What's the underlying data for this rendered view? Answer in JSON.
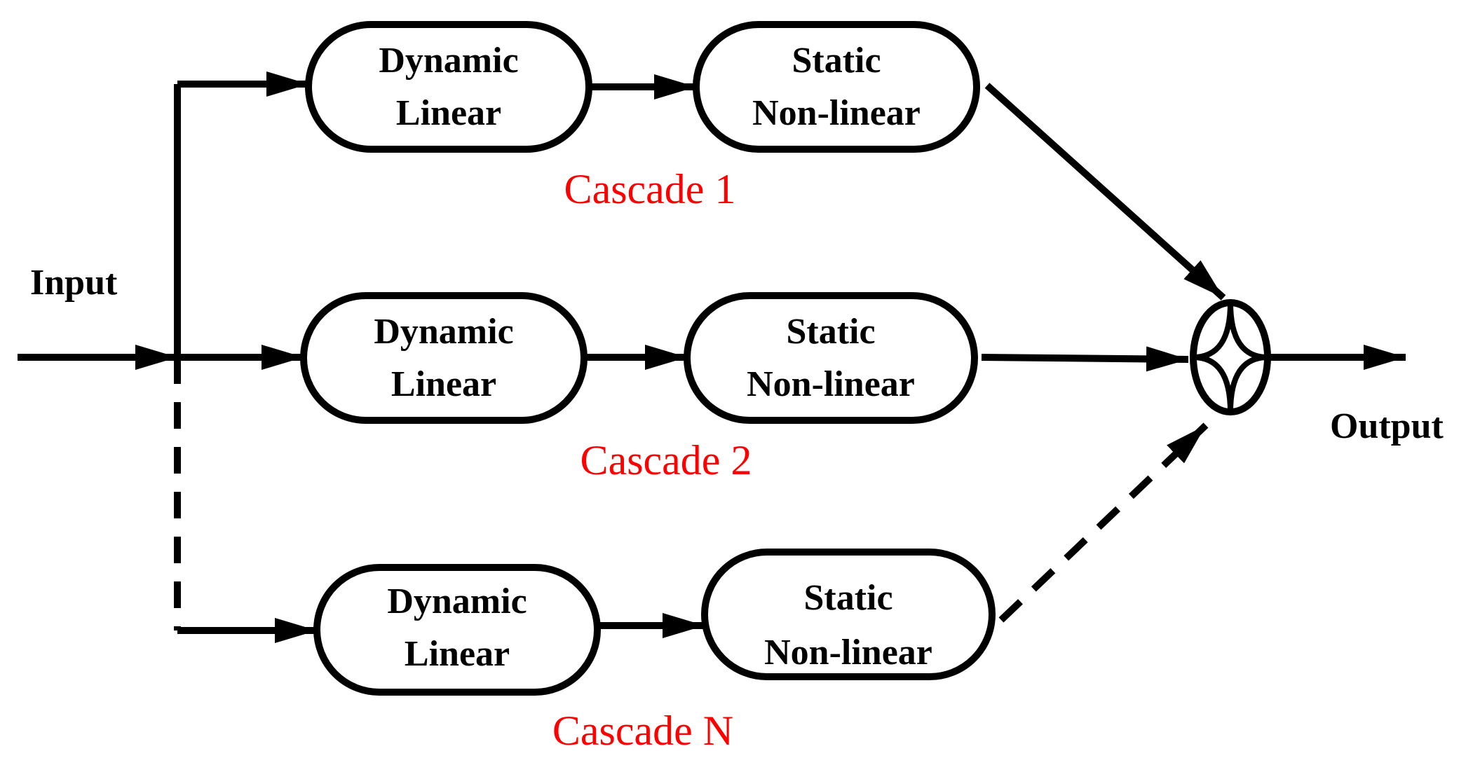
{
  "colors": {
    "stroke": "#000000",
    "cascade_label": "#ff0000",
    "background": "#ffffff"
  },
  "labels": {
    "input": "Input",
    "output": "Output"
  },
  "cascades": [
    {
      "name": "Cascade 1",
      "linear_block": [
        "Dynamic",
        "Linear"
      ],
      "nonlinear_block": [
        "Static",
        "Non-linear"
      ]
    },
    {
      "name": "Cascade 2",
      "linear_block": [
        "Dynamic",
        "Linear"
      ],
      "nonlinear_block": [
        "Static",
        "Non-linear"
      ]
    },
    {
      "name": "Cascade N",
      "linear_block": [
        "Dynamic",
        "Linear"
      ],
      "nonlinear_block": [
        "Static",
        "Non-linear"
      ]
    }
  ],
  "summing_junction_icon": "summing-junction-icon"
}
